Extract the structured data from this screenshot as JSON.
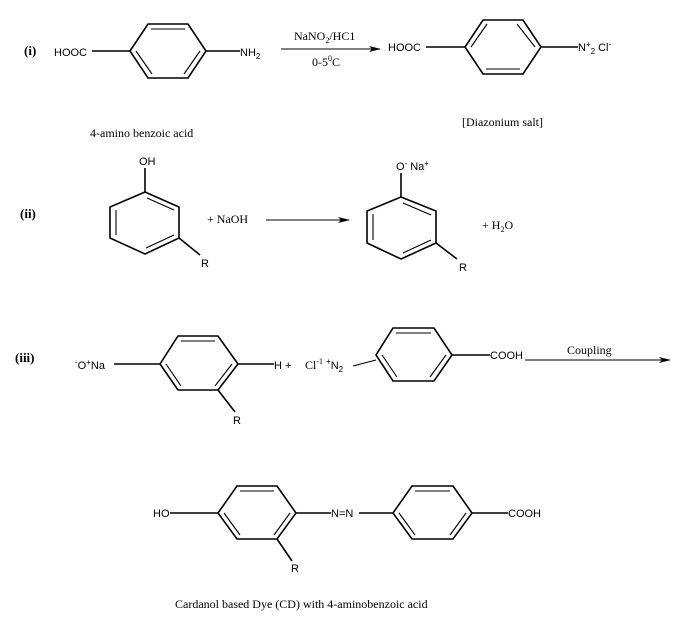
{
  "reactions": {
    "step1": {
      "label": "(i)",
      "reactant_group_left": "HOOC",
      "reactant_group_right": "NH",
      "reactant_group_right_sub": "2",
      "reagent_top_main": "NaNO",
      "reagent_top_sub": "2",
      "reagent_top_rest": "/HC1",
      "reagent_bottom_main": "0-5",
      "reagent_bottom_sup": "0",
      "reagent_bottom_rest": "C",
      "product_group_left": "HOOC",
      "product_group_right_n": "N",
      "product_group_right_sup": "+",
      "product_group_right_sub": "2",
      "product_group_right_cl": "Cl",
      "product_group_right_cl_sup": "-",
      "reactant_caption": "4-amino benzoic acid",
      "product_caption": "[Diazonium salt]"
    },
    "step2": {
      "label": "(ii)",
      "reactant_top_group": "OH",
      "reactant_r_group": "R",
      "reagent": "+ NaOH",
      "product_top_o": "O",
      "product_top_o_sup": "-",
      "product_top_na": "Na",
      "product_top_na_sup": "+",
      "product_r_group": "R",
      "byproduct_plus": "+ H",
      "byproduct_sub": "2",
      "byproduct_rest": "O"
    },
    "step3": {
      "label": "(iii)",
      "left_group_minus": "-",
      "left_group_o": "O",
      "left_group_plus": "+",
      "left_group_na": "Na",
      "right_h": "H +",
      "chloride_main": "Cl",
      "chloride_sup": "-1",
      "diazo_plus": "+",
      "diazo_n": "N",
      "diazo_sub": "2",
      "acid_group": "COOH",
      "r_group": "R",
      "arrow_label": "Coupling"
    },
    "product": {
      "left_group": "HO",
      "azo_link": "N=N",
      "right_group": "COOH",
      "r_group": "R",
      "caption": "Cardanol based Dye (CD) with 4-aminobenzoic acid"
    }
  },
  "colors": {
    "ink": "#000000",
    "background": "#ffffff"
  }
}
